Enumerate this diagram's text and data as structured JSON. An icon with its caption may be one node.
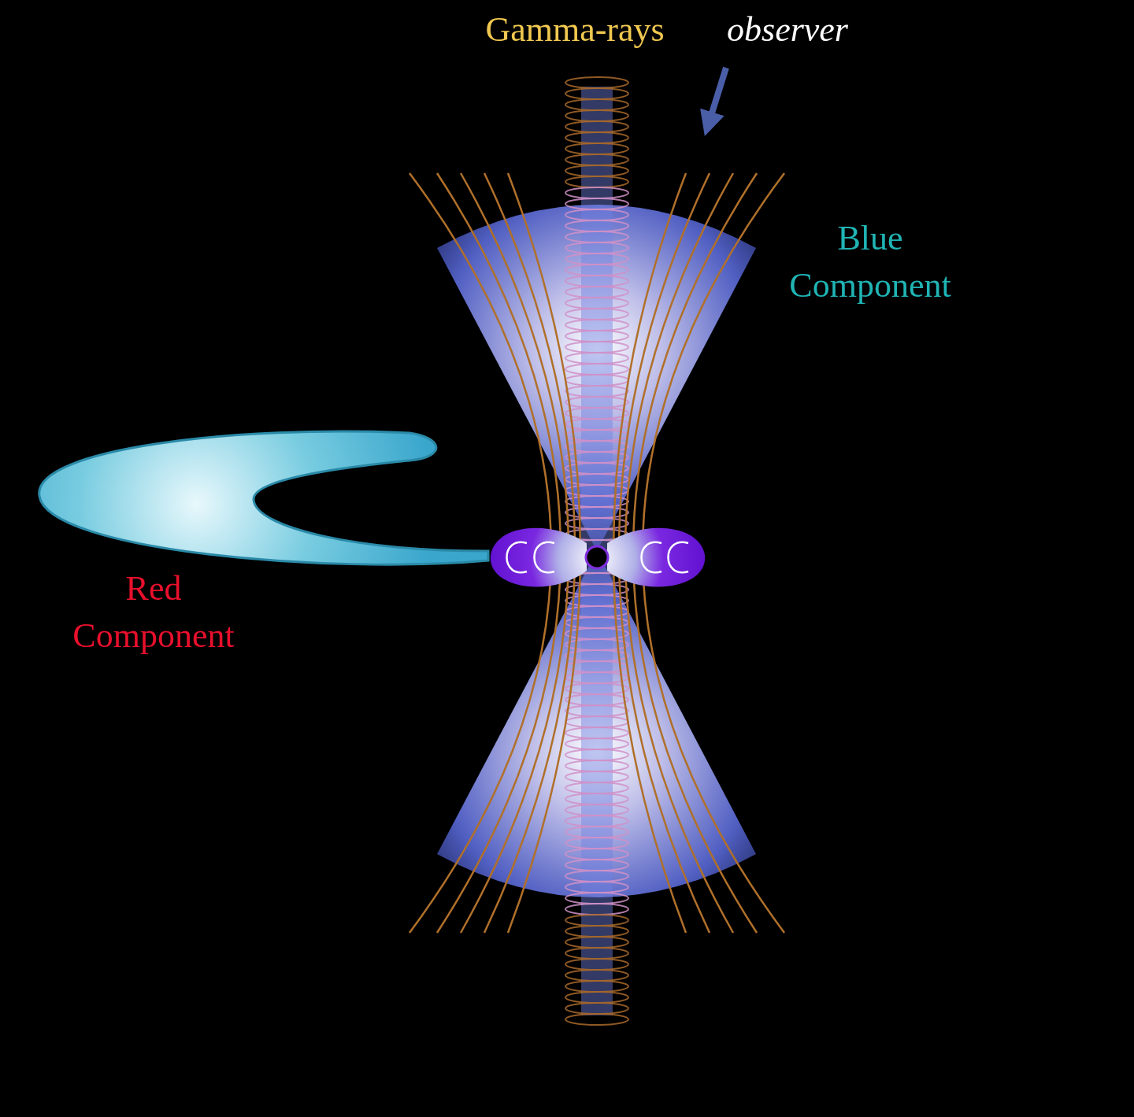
{
  "diagram": {
    "labels": [
      "Gamma-rays",
      "observer",
      "Blue Component",
      "Red Component"
    ]
  }
}
